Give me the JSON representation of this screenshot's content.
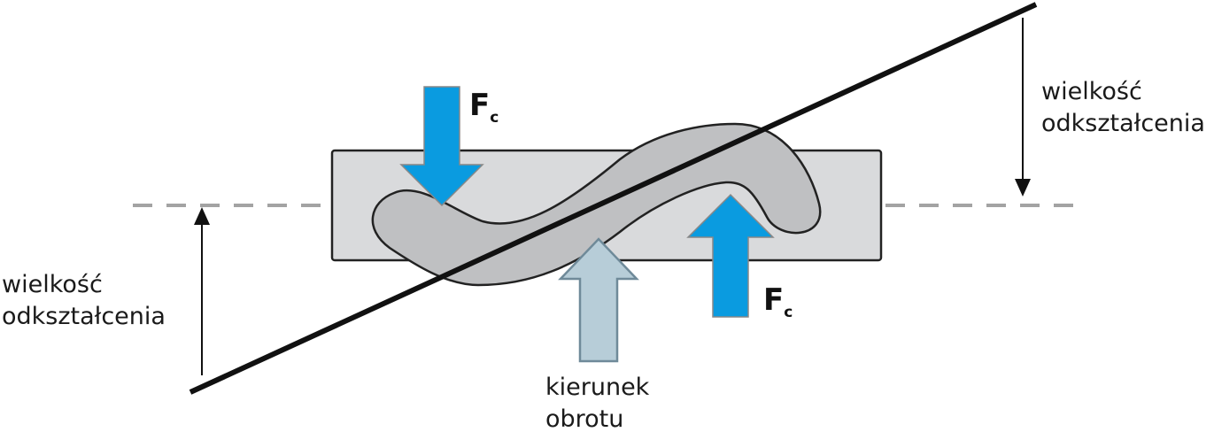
{
  "labels": {
    "deformation_right_line1": "wielkość",
    "deformation_right_line2": "odkształcenia",
    "deformation_left_line1": "wielkość",
    "deformation_left_line2": "odkształcenia",
    "rotation_line1": "kierunek",
    "rotation_line2": "obrotu",
    "force_top_main": "F",
    "force_top_sub": "c",
    "force_bottom_main": "F",
    "force_bottom_sub": "c"
  },
  "colors": {
    "force_arrow": "#0a9be0",
    "rotation_arrow": "#b7cdd8",
    "block": "#d9dadc",
    "strip": "#bfc0c2",
    "dashed_line": "#a3a3a3",
    "outline": "#222222"
  }
}
